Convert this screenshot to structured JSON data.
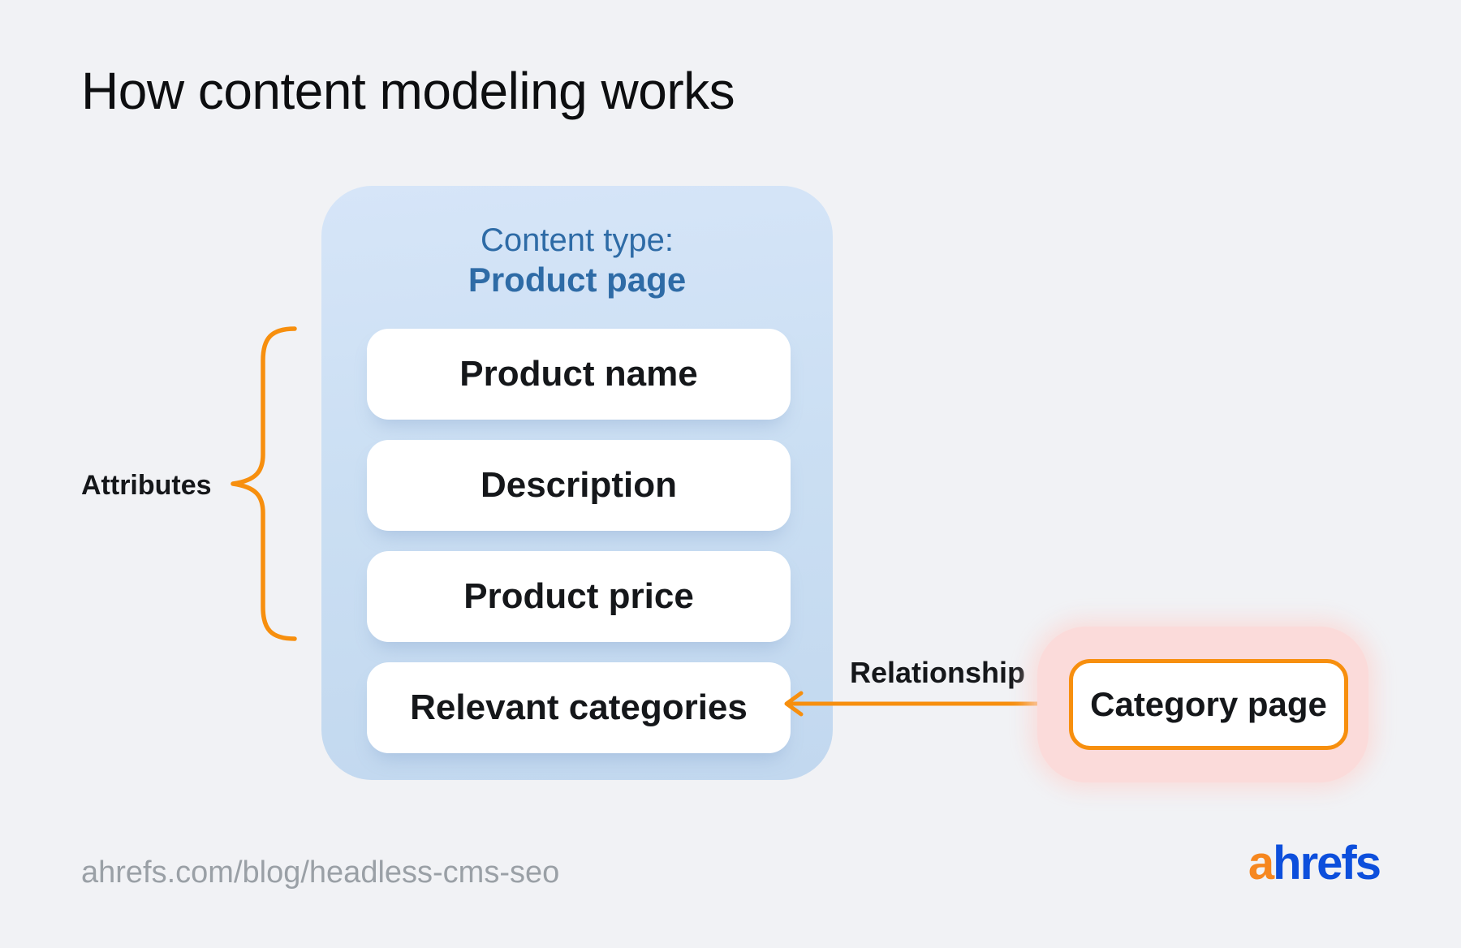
{
  "title": "How content modeling works",
  "diagram": {
    "content_type_card": {
      "label": "Content type:",
      "name": "Product page",
      "attribute_fields": [
        "Product name",
        "Description",
        "Product price"
      ],
      "relation_field": "Relevant categories"
    },
    "attributes_label": "Attributes",
    "relationship_label": "Relationship",
    "related_page_card": {
      "name": "Category page"
    }
  },
  "footer": {
    "source_url": "ahrefs.com/blog/headless-cms-seo",
    "logo_text_orange": "a",
    "logo_text_blue": "hrefs"
  },
  "colors": {
    "background": "#f1f2f5",
    "card_blue": "#cbdff3",
    "heading_blue": "#2e6ba6",
    "accent_orange": "#f78f0e",
    "card_pink": "#fbdbda",
    "text_dark": "#15171a",
    "url_gray": "#9aa0a6",
    "logo_orange": "#f6871f",
    "logo_blue": "#0d4fdc"
  }
}
